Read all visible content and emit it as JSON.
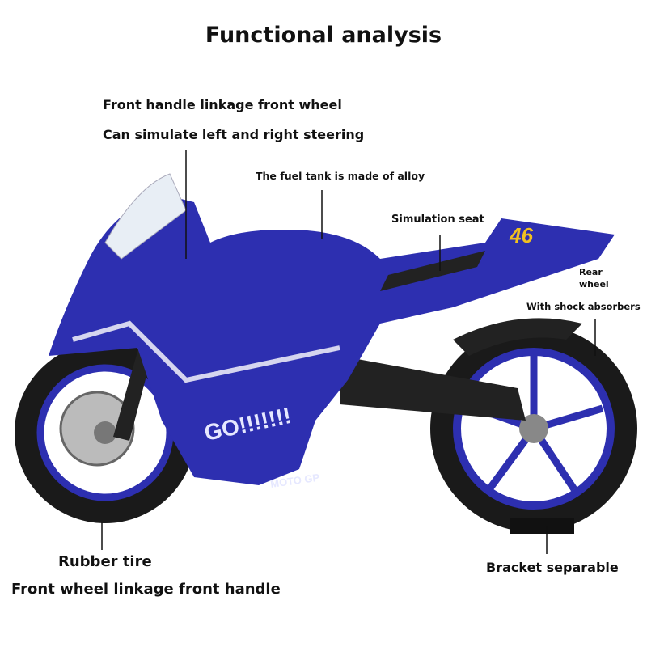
{
  "title": "Functional analysis",
  "annotations": {
    "front_handle_1": "Front handle linkage front wheel",
    "front_handle_2": "Can simulate left and right steering",
    "fuel_tank": "The fuel tank is made of alloy",
    "seat": "Simulation seat",
    "rear_wheel_1": "Rear",
    "rear_wheel_2": "wheel",
    "rear_wheel_3": "With shock absorbers",
    "tire": "Rubber tire",
    "front_wheel": "Front wheel linkage front handle",
    "bracket": "Bracket separable"
  },
  "bike_decals": {
    "slogan": "GO!!!!!!!",
    "brand": "MOTO GP",
    "number": "46"
  },
  "colors": {
    "body": "#2d2fb0",
    "dark": "#15157a",
    "tire": "#1a1a1a"
  }
}
